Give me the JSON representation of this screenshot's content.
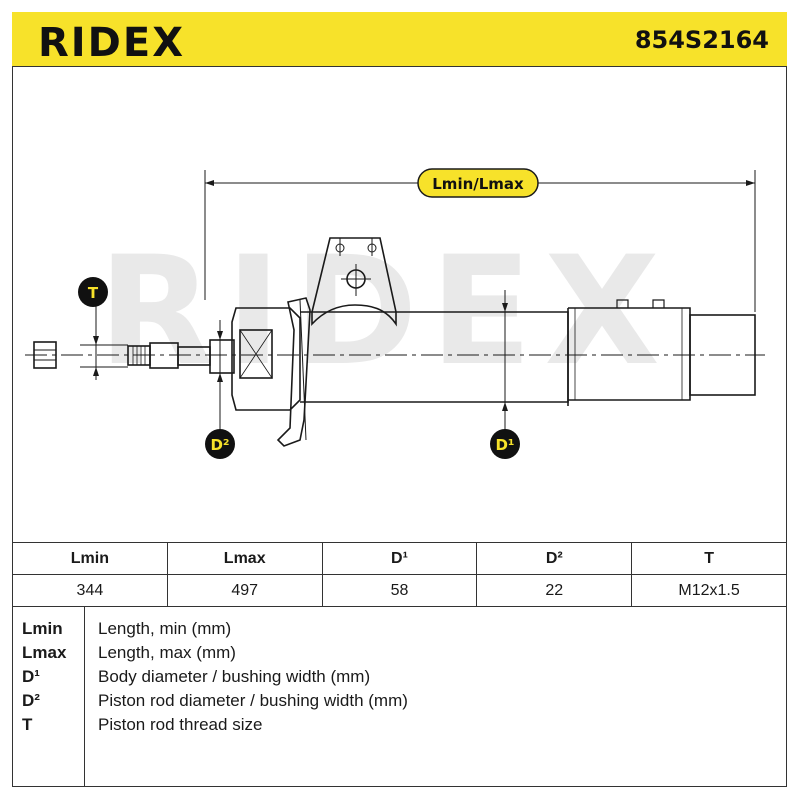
{
  "header": {
    "brand": "RIDEX",
    "part_number": "854S2164"
  },
  "diagram": {
    "watermark": "RIDEX",
    "label_length": "Lmin/Lmax",
    "label_thread": "T",
    "label_rod_diameter": "D²",
    "label_body_diameter": "D¹"
  },
  "spec_table": {
    "headers": [
      "Lmin",
      "Lmax",
      "D¹",
      "D²",
      "T"
    ],
    "values": [
      "344",
      "497",
      "58",
      "22",
      "M12x1.5"
    ]
  },
  "legend": [
    {
      "key": "Lmin",
      "desc": "Length, min (mm)"
    },
    {
      "key": "Lmax",
      "desc": "Length, max (mm)"
    },
    {
      "key": "D¹",
      "desc": "Body diameter / bushing width (mm)"
    },
    {
      "key": "D²",
      "desc": "Piston rod diameter / bushing width (mm)"
    },
    {
      "key": "T",
      "desc": "Piston rod thread size"
    }
  ],
  "colors": {
    "accent_yellow": "#f7e22a",
    "line": "#1a1a1a",
    "watermark": "#e9e9e9"
  }
}
